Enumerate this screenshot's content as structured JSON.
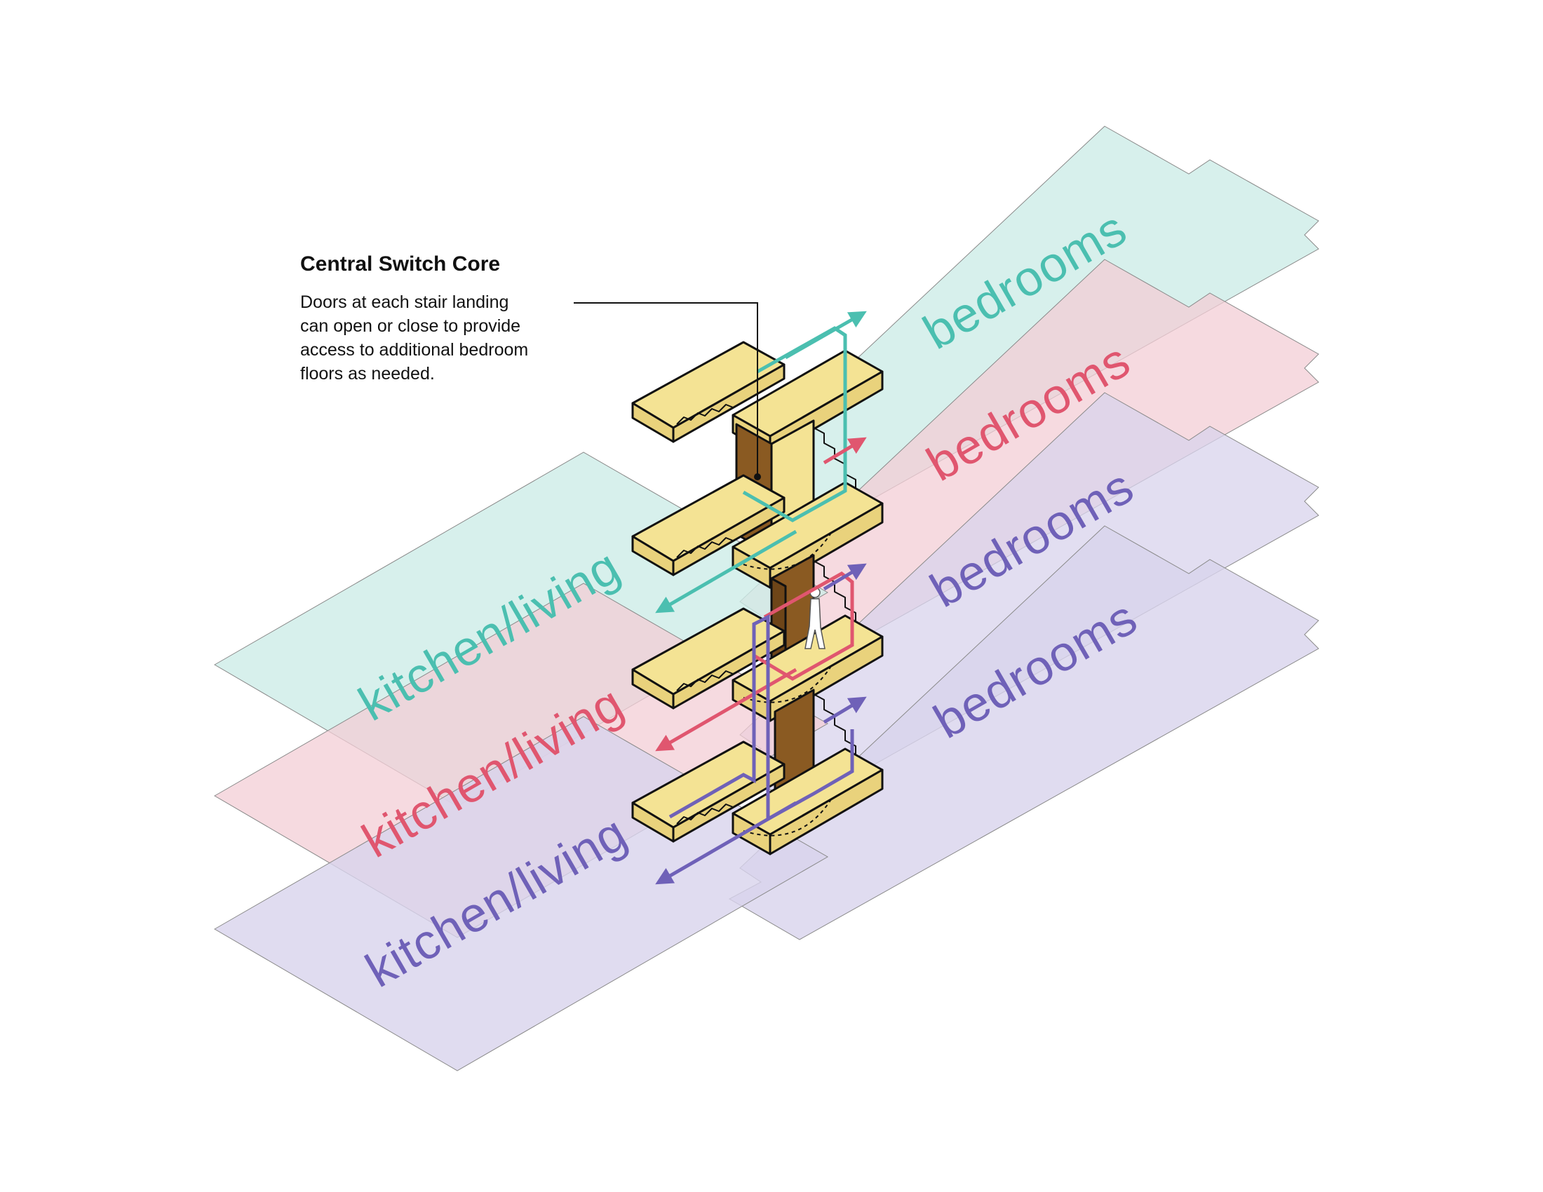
{
  "callout": {
    "title": "Central Switch Core",
    "lines": [
      "Doors at each stair landing",
      "can open or close to provide",
      "access to additional bedroom",
      "floors  as needed."
    ]
  },
  "floors": [
    {
      "level": "top",
      "color": "#cdece7",
      "arrow_color": "#4bbfb0",
      "living_label": "kitchen/living",
      "bedroom_label": "bedrooms"
    },
    {
      "level": "middle",
      "color": "#f3cdd5",
      "arrow_color": "#e0566f",
      "living_label": "kitchen/living",
      "bedroom_label": "bedrooms"
    },
    {
      "level": "lower",
      "color": "#d8d3ec",
      "arrow_color": "#6f61b8",
      "living_label": "",
      "bedroom_label": "bedrooms"
    },
    {
      "level": "bottom",
      "color": "#d8d3ec",
      "arrow_color": "#6f61b8",
      "living_label": "kitchen/living",
      "bedroom_label": "bedrooms"
    }
  ],
  "core_colors": {
    "stair": "#f4e394",
    "wall": "#8a5a22",
    "outline": "#111111"
  }
}
